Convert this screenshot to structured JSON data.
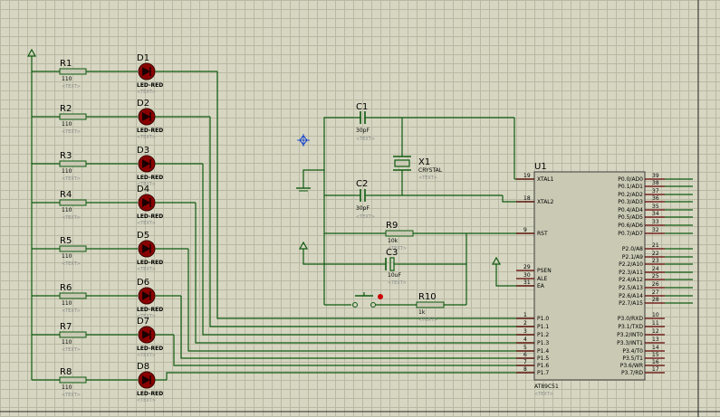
{
  "leds": [
    {
      "r": "R1",
      "rv": "110",
      "d": "D1",
      "dt": "LED-RED",
      "tx": "<TEXT>"
    },
    {
      "r": "R2",
      "rv": "110",
      "d": "D2",
      "dt": "LED-RED",
      "tx": "<TEXT>"
    },
    {
      "r": "R3",
      "rv": "110",
      "d": "D3",
      "dt": "LED-RED",
      "tx": "<TEXT>"
    },
    {
      "r": "R4",
      "rv": "110",
      "d": "D4",
      "dt": "LED-RED",
      "tx": "<TEXT>"
    },
    {
      "r": "R5",
      "rv": "110",
      "d": "D5",
      "dt": "LED-RED",
      "tx": "<TEXT>"
    },
    {
      "r": "R6",
      "rv": "110",
      "d": "D6",
      "dt": "LED-RED",
      "tx": "<TEXT>"
    },
    {
      "r": "R7",
      "rv": "110",
      "d": "D7",
      "dt": "LED-RED",
      "tx": "<TEXT>"
    },
    {
      "r": "R8",
      "rv": "110",
      "d": "D8",
      "dt": "LED-RED",
      "tx": "<TEXT>"
    }
  ],
  "c1": {
    "ref": "C1",
    "val": "30pF",
    "tx": "<TEXT>"
  },
  "c2": {
    "ref": "C2",
    "val": "30pF",
    "tx": "<TEXT>"
  },
  "c3": {
    "ref": "C3",
    "val": "10uF",
    "tx": "<TEXT>"
  },
  "x1": {
    "ref": "X1",
    "val": "CRYSTAL",
    "tx": "<TEXT>"
  },
  "r9": {
    "ref": "R9",
    "val": "10k",
    "tx": "<TEXT>"
  },
  "r10": {
    "ref": "R10",
    "val": "1k",
    "tx": "<TEXT>"
  },
  "u1": {
    "ref": "U1",
    "part": "AT89C51",
    "tx": "<TEXT>",
    "left_pins": [
      {
        "num": "19",
        "name": "XTAL1"
      },
      {
        "num": "18",
        "name": "XTAL2"
      },
      {
        "num": "9",
        "name": "RST"
      },
      {
        "num": "29",
        "name": "PSEN"
      },
      {
        "num": "30",
        "name": "ALE"
      },
      {
        "num": "31",
        "name": "EA"
      },
      {
        "num": "1",
        "name": "P1.0"
      },
      {
        "num": "2",
        "name": "P1.1"
      },
      {
        "num": "3",
        "name": "P1.2"
      },
      {
        "num": "4",
        "name": "P1.3"
      },
      {
        "num": "5",
        "name": "P1.4"
      },
      {
        "num": "6",
        "name": "P1.5"
      },
      {
        "num": "7",
        "name": "P1.6"
      },
      {
        "num": "8",
        "name": "P1.7"
      }
    ],
    "right_pins": [
      {
        "num": "39",
        "name": "P0.0/AD0"
      },
      {
        "num": "38",
        "name": "P0.1/AD1"
      },
      {
        "num": "37",
        "name": "P0.2/AD2"
      },
      {
        "num": "36",
        "name": "P0.3/AD3"
      },
      {
        "num": "35",
        "name": "P0.4/AD4"
      },
      {
        "num": "34",
        "name": "P0.5/AD5"
      },
      {
        "num": "33",
        "name": "P0.6/AD6"
      },
      {
        "num": "32",
        "name": "P0.7/AD7"
      },
      {
        "num": "21",
        "name": "P2.0/A8"
      },
      {
        "num": "22",
        "name": "P2.1/A9"
      },
      {
        "num": "23",
        "name": "P2.2/A10"
      },
      {
        "num": "24",
        "name": "P2.3/A11"
      },
      {
        "num": "25",
        "name": "P2.4/A12"
      },
      {
        "num": "26",
        "name": "P2.5/A13"
      },
      {
        "num": "27",
        "name": "P2.6/A14"
      },
      {
        "num": "28",
        "name": "P2.7/A15"
      },
      {
        "num": "10",
        "name": "P3.0/RXD"
      },
      {
        "num": "11",
        "name": "P3.1/TXD"
      },
      {
        "num": "12",
        "name": "P3.2/INT0"
      },
      {
        "num": "13",
        "name": "P3.3/INT1"
      },
      {
        "num": "14",
        "name": "P3.4/T0"
      },
      {
        "num": "15",
        "name": "P3.5/T1"
      },
      {
        "num": "16",
        "name": "P3.6/WR"
      },
      {
        "num": "17",
        "name": "P3.7/RD"
      }
    ]
  },
  "colors": {
    "wire": "#0f5a0f",
    "body": "#c9c9b4",
    "led": "#8a0000",
    "pin": "#600000",
    "pinname": "#001a80",
    "grid": "#b9b9a3"
  }
}
